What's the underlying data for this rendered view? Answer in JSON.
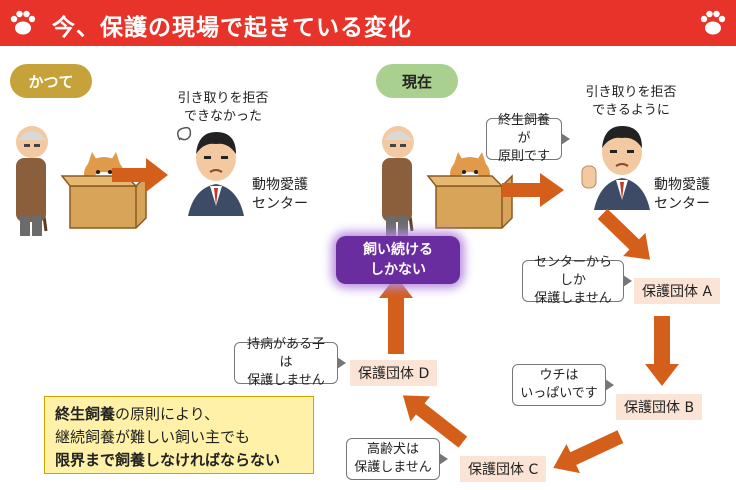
{
  "header": {
    "title": "今、保護の現場で起きている変化"
  },
  "past": {
    "label": "かつて",
    "caption_line1": "引き取りを拒否",
    "caption_line2": "できなかった",
    "center_line1": "動物愛護",
    "center_line2": "センター"
  },
  "now": {
    "label": "現在",
    "caption_line1": "引き取りを拒否",
    "caption_line2": "できるように",
    "bubble_line1": "終生飼養が",
    "bubble_line2": "原則です",
    "center_line1": "動物愛護",
    "center_line2": "センター"
  },
  "groups": {
    "a": {
      "name": "保護団体 A",
      "note_line1": "センターからしか",
      "note_line2": "保護しません"
    },
    "b": {
      "name": "保護団体 B",
      "note_line1": "ウチは",
      "note_line2": "いっぱいです"
    },
    "c": {
      "name": "保護団体 C",
      "note_line1": "高齢犬は",
      "note_line2": "保護しません"
    },
    "d": {
      "name": "保護団体 D",
      "note_line1": "持病がある子は",
      "note_line2": "保護しません"
    }
  },
  "keep": {
    "line1": "飼い続ける",
    "line2": "しかない"
  },
  "note": {
    "l1_bold": "終生飼養",
    "l1_rest": "の原則により、",
    "l2": "継続飼養が難しい飼い主でも",
    "l3": "限界まで飼養しなければならない"
  },
  "colors": {
    "header": "#e8332a",
    "arrow": "#d35f1a",
    "org_box": "#fbe3d5",
    "keep_box": "#6a2da0",
    "note_box": "#fff2a8"
  }
}
